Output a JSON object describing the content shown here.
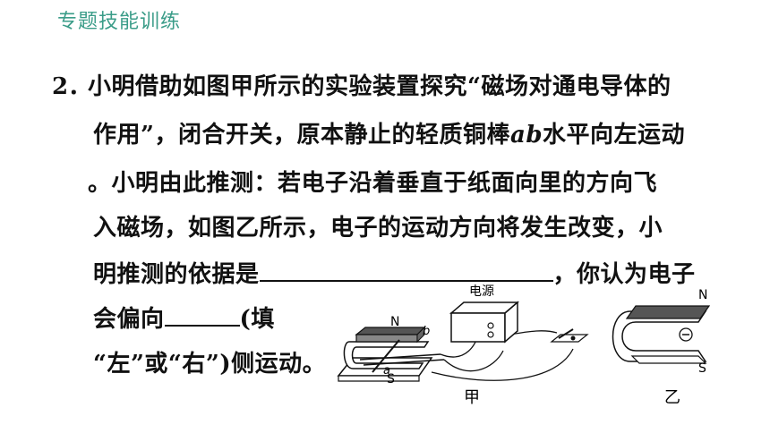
{
  "header": {
    "title": "专题技能训练"
  },
  "question": {
    "number": "2．",
    "lines": [
      "小明借助如图甲所示的实验装置探究“磁场对通电导体的",
      "作用”，闭合开关，原本静止的轻质铜棒",
      "水平向左运动",
      "。小明由此推测：若电子沿着垂直于纸面向里的方向飞",
      "入磁场，如图乙所示，电子的运动方向将发生改变，小",
      "明推测的依据是",
      "，你认为电子",
      "会偏向",
      "(填",
      "“左”或“右”)侧运动。"
    ],
    "rod_name": "ab"
  },
  "figure_jia": {
    "caption": "甲",
    "power_label": "电源",
    "north_label": "N",
    "south_label": "S",
    "point_a": "a",
    "point_b": "b"
  },
  "figure_yi": {
    "caption": "乙",
    "north_label": "N",
    "south_label": "S",
    "electron_symbol": "⊖"
  }
}
